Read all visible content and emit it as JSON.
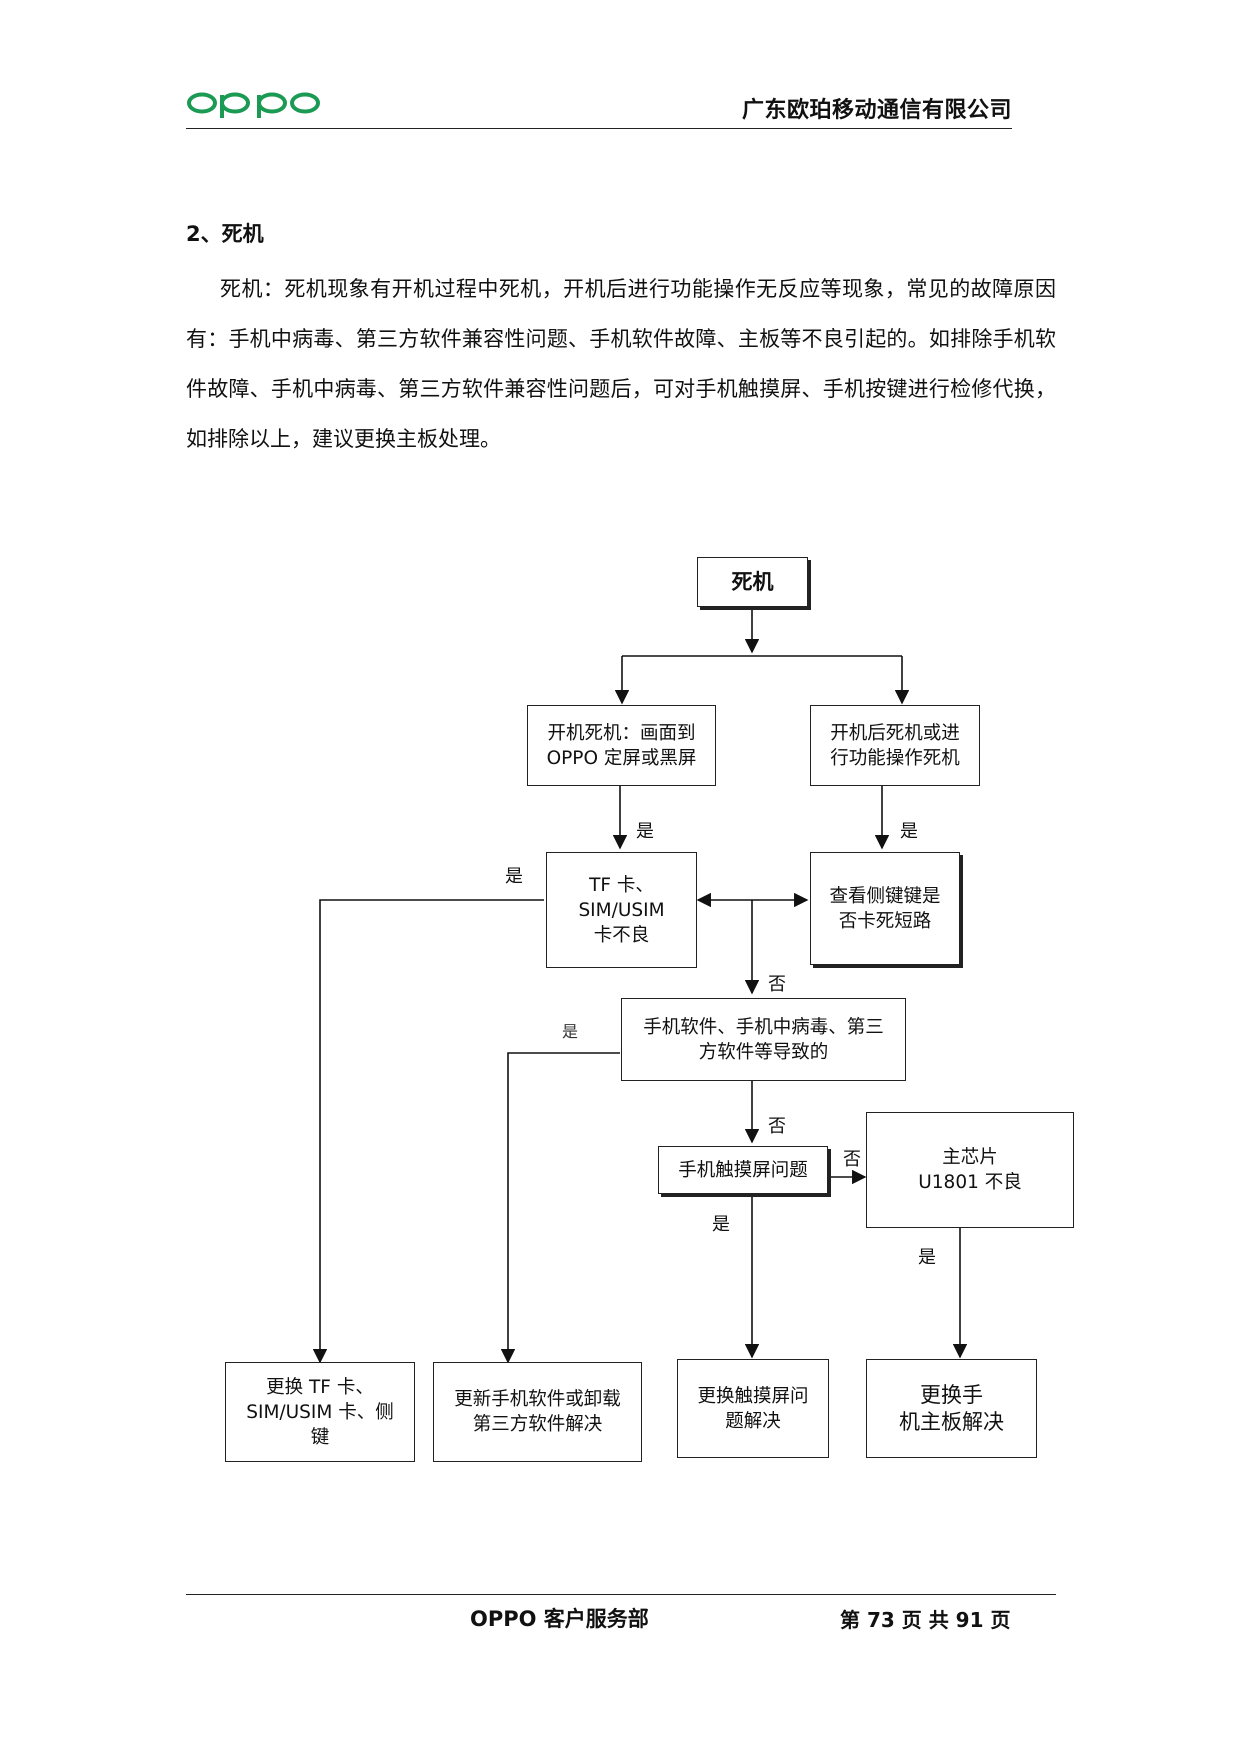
{
  "header": {
    "logo_text": "oppo",
    "company": "广东欧珀移动通信有限公司",
    "brand_color": "#1a9a52"
  },
  "section": {
    "title": "2、死机",
    "paragraph": "死机：死机现象有开机过程中死机，开机后进行功能操作无反应等现象，常见的故障原因有：手机中病毒、第三方软件兼容性问题、手机软件故障、主板等不良引起的。如排除手机软件故障、手机中病毒、第三方软件兼容性问题后，可对手机触摸屏、手机按键进行检修代换，如排除以上，建议更换主板处理。"
  },
  "flowchart": {
    "root": "死机",
    "boot_freeze": "开机死机：画面到\nOPPO 定屏或黑屏",
    "post_boot_freeze": "开机后死机或进\n行功能操作死机",
    "tf_sim_card": "TF 卡、\nSIM/USIM\n卡不良",
    "side_keys": "查看侧键键是\n否卡死短路",
    "software_virus": "手机软件、手机中病毒、第三\n方软件等导致的",
    "touchscreen": "手机触摸屏问题",
    "main_chip": "主芯片\nU1801 不良",
    "fix_cards": "更换 TF 卡、\nSIM/USIM 卡、侧\n键",
    "fix_software": "更新手机软件或卸载\n第三方软件解决",
    "fix_touchscreen": "更换触摸屏问\n题解决",
    "fix_mainboard": "更换手\n机主板解决",
    "labels": {
      "yes_boot": "是",
      "yes_post": "是",
      "yes_left": "是",
      "no_middle": "否",
      "yes_software": "是",
      "no_software": "否",
      "no_touch": "否",
      "yes_touch": "是",
      "yes_chip": "是"
    }
  },
  "footer": {
    "department": "OPPO 客户服务部",
    "page_info": "第 73 页 共 91 页"
  }
}
